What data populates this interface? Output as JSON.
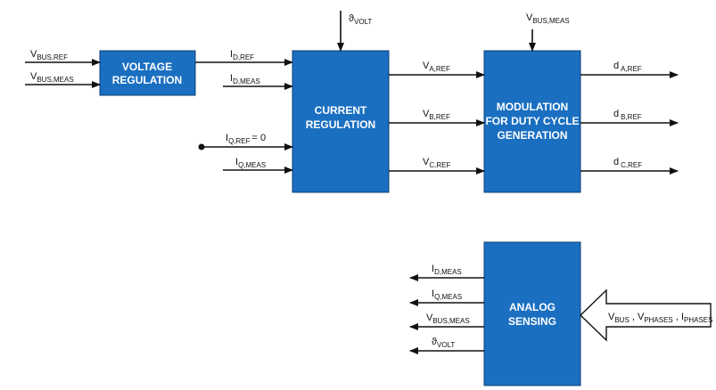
{
  "blocks": {
    "voltage": [
      "VOLTAGE",
      "REGULATION"
    ],
    "current": [
      "CURRENT",
      "REGULATION"
    ],
    "modulation": [
      "MODULATION",
      "FOR DUTY CYCLE",
      "GENERATION"
    ],
    "analog": [
      "ANALOG",
      "SENSING"
    ]
  },
  "signals": {
    "vbus_ref": {
      "main": "V",
      "sub": "BUS,REF"
    },
    "vbus_meas": {
      "main": "V",
      "sub": "BUS,MEAS"
    },
    "id_ref": {
      "main": "I",
      "sub": "D,REF"
    },
    "id_meas": {
      "main": "I",
      "sub": "D,MEAS"
    },
    "iq_ref": {
      "main": "I",
      "sub": "Q,REF",
      "suffix": "= 0"
    },
    "iq_meas": {
      "main": "I",
      "sub": "Q,MEAS"
    },
    "theta_volt": {
      "main": "ϑ",
      "sub": "VOLT"
    },
    "vbus_meas_top": {
      "main": "V",
      "sub": "BUS,MEAS"
    },
    "va_ref": {
      "main": "V",
      "sub": "A,REF"
    },
    "vb_ref": {
      "main": "V",
      "sub": "B,REF"
    },
    "vc_ref": {
      "main": "V",
      "sub": "C,REF"
    },
    "da_ref": {
      "main": "d",
      "sub": "A,REF"
    },
    "db_ref": {
      "main": "d",
      "sub": "B,REF"
    },
    "dc_ref": {
      "main": "d",
      "sub": "C,REF"
    },
    "out_id_meas": {
      "main": "I",
      "sub": "D,MEAS"
    },
    "out_iq_meas": {
      "main": "I",
      "sub": "Q,MEAS"
    },
    "out_vbus_meas": {
      "main": "V",
      "sub": "BUS,MEAS"
    },
    "out_theta_volt": {
      "main": "ϑ",
      "sub": "VOLT"
    }
  },
  "sensing_input": {
    "parts": [
      {
        "main": "V",
        "sub": "BUS",
        "sep": " , "
      },
      {
        "main": "V",
        "sub": "PHASES",
        "sep": " , "
      },
      {
        "main": "I",
        "sub": "PHASES",
        "sep": ""
      }
    ]
  }
}
